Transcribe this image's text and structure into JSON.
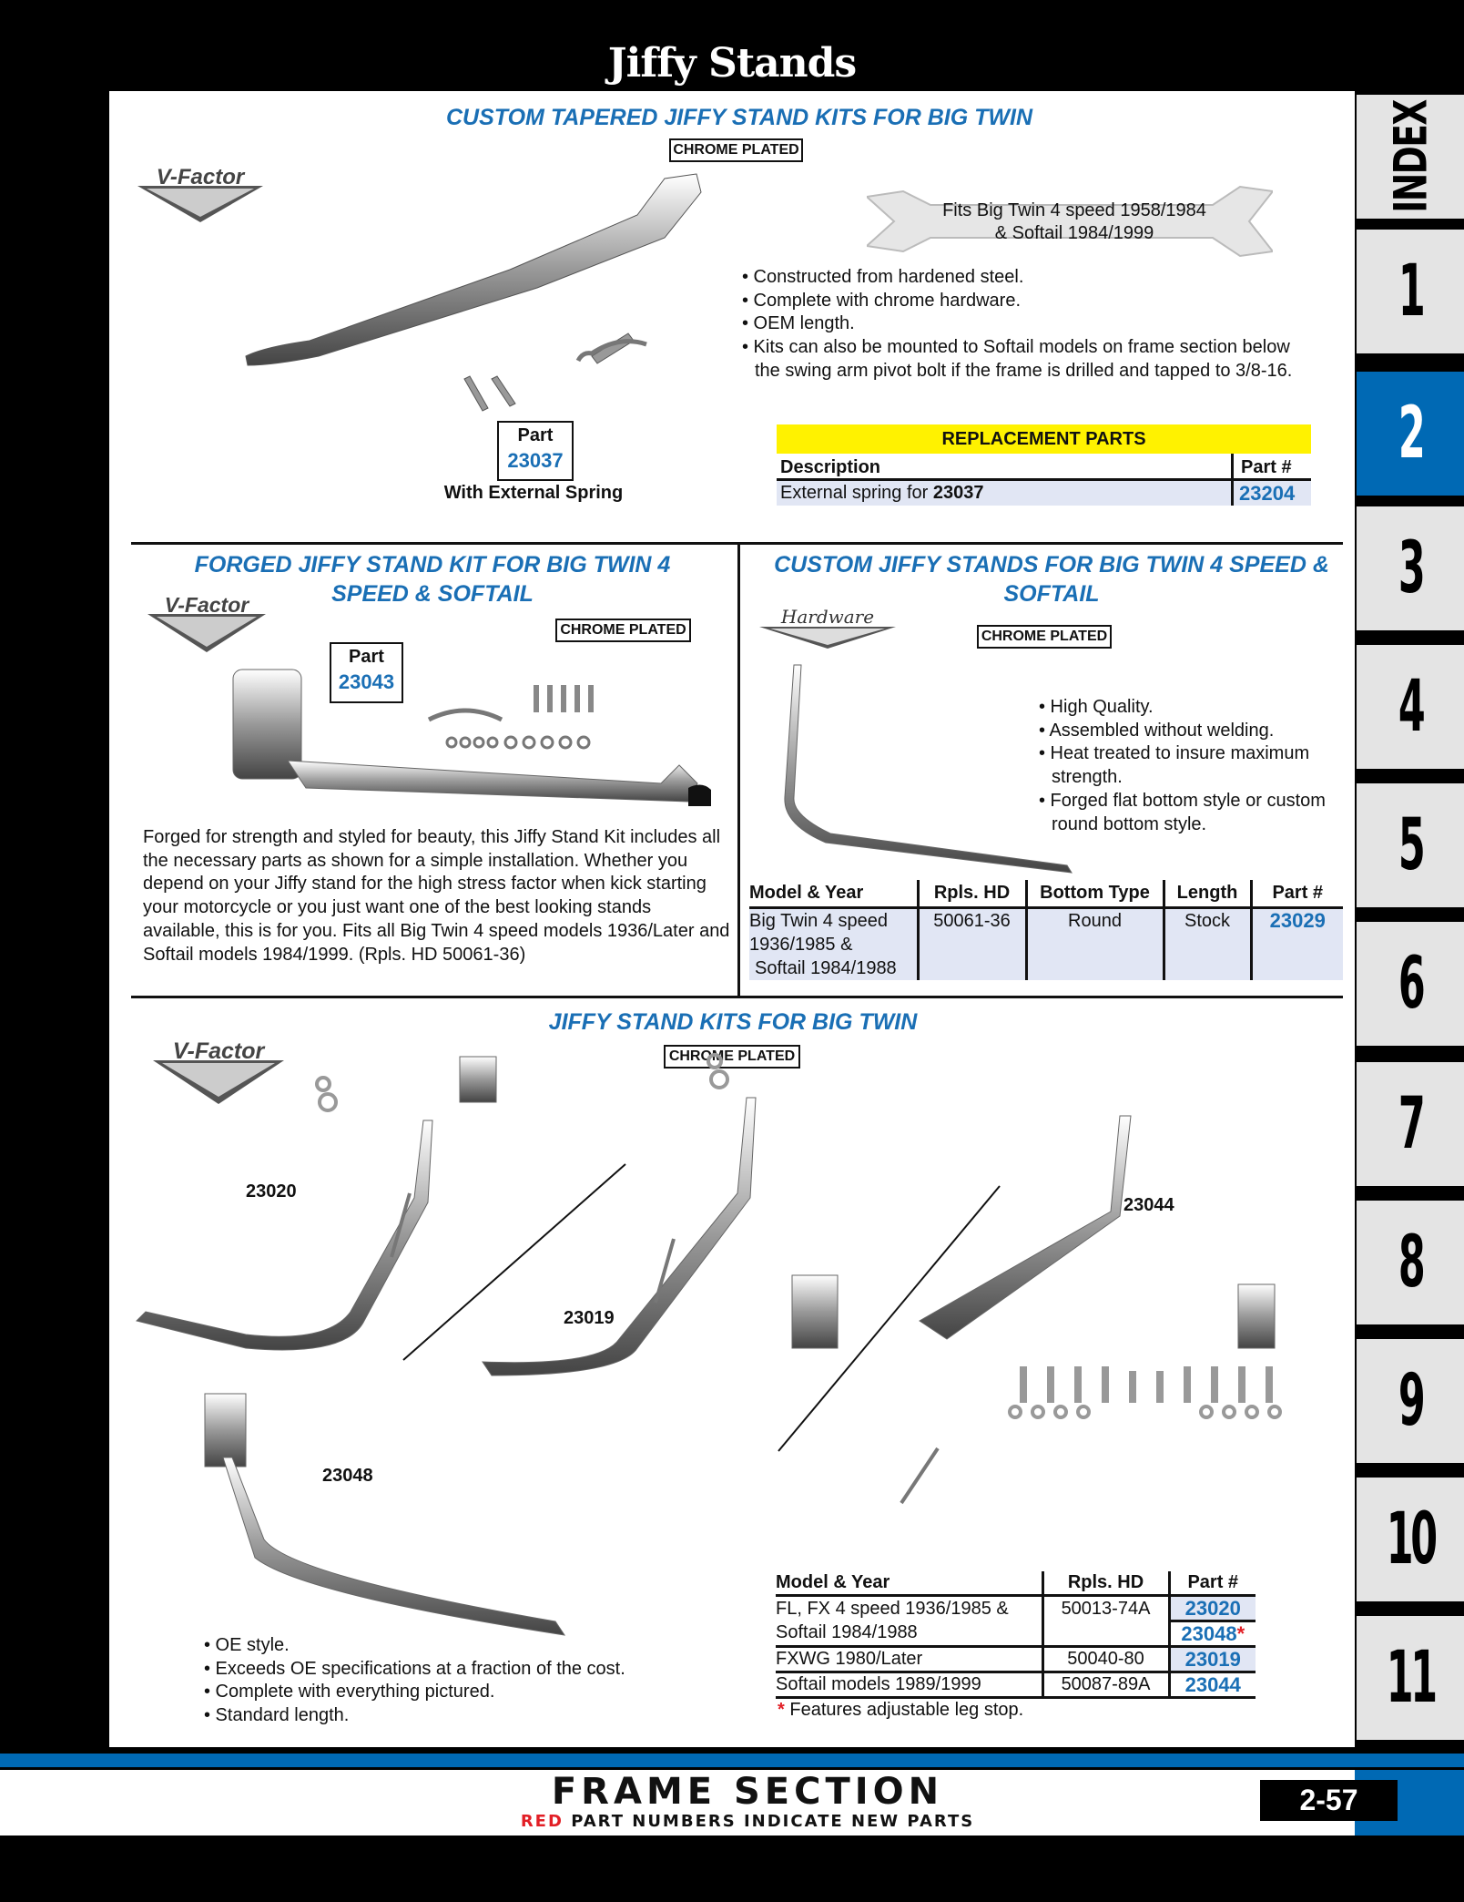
{
  "header": {
    "title": "Jiffy Stands"
  },
  "tabs": [
    "INDEX",
    "1",
    "2",
    "3",
    "4",
    "5",
    "6",
    "7",
    "8",
    "9",
    "10",
    "11"
  ],
  "active_tab": "2",
  "colors": {
    "accent": "#1a6fb5",
    "tab_active": "#0069b4",
    "yellow": "#fff200",
    "row": "#e1e6f4",
    "red": "#e21f26"
  },
  "logo_text": "V-Factor",
  "logo2_text": "Hardware",
  "s1": {
    "title": "CUSTOM TAPERED JIFFY STAND KITS FOR BIG TWIN",
    "chrome": "CHROME PLATED",
    "wrench_line1": "Fits Big Twin 4 speed 1958/1984",
    "wrench_line2": "& Softail 1984/1999",
    "bullets": [
      "• Constructed from hardened steel.",
      "• Complete with chrome hardware.",
      "• OEM length.",
      "• Kits can also be mounted to Softail models on frame section below the swing arm pivot bolt if the frame is drilled and tapped to 3/8-16."
    ],
    "part_label": "Part",
    "part_num": "23037",
    "caption": "With External Spring",
    "repl": {
      "title": "REPLACEMENT PARTS",
      "h_desc": "Description",
      "h_part": "Part #",
      "desc": "External spring for ",
      "desc_bold": "23037",
      "part": "23204"
    }
  },
  "s2": {
    "title": "FORGED JIFFY STAND KIT FOR BIG TWIN 4 SPEED & SOFTAIL",
    "chrome": "CHROME PLATED",
    "part_label": "Part",
    "part_num": "23043",
    "body": "Forged for strength and styled for beauty, this Jiffy Stand Kit includes all the necessary parts as shown for a simple installation. Whether you depend on your Jiffy stand for the high stress factor when kick starting your motorcycle or you just want one of the best looking stands available, this is for you. Fits all Big Twin 4 speed models 1936/Later and Softail models 1984/1999. (Rpls. HD 50061-36)"
  },
  "s3": {
    "title": "CUSTOM JIFFY STANDS FOR BIG TWIN 4 SPEED & SOFTAIL",
    "chrome": "CHROME PLATED",
    "bullets": [
      "• High Quality.",
      "• Assembled without welding.",
      "• Heat treated to insure maximum strength.",
      "• Forged flat bottom style or custom round bottom style."
    ],
    "headers": [
      "Model & Year",
      "Rpls. HD",
      "Bottom Type",
      "Length",
      "Part #"
    ],
    "row": {
      "model1": "Big Twin 4 speed",
      "model2": "1936/1985 &",
      "model3": "Softail 1984/1988",
      "rpls": "50061-36",
      "bottom": "Round",
      "length": "Stock",
      "part": "23029"
    }
  },
  "s4": {
    "title": "JIFFY STAND KITS FOR BIG TWIN",
    "chrome": "CHROME PLATED",
    "labels": {
      "a": "23020",
      "b": "23019",
      "c": "23044",
      "d": "23048"
    },
    "bullets": [
      "• OE style.",
      "• Exceeds OE specifications at a fraction of the cost.",
      "• Complete with everything pictured.",
      "• Standard length."
    ],
    "headers": [
      "Model & Year",
      "Rpls. HD",
      "Part #"
    ],
    "rows": [
      {
        "model": "FL, FX 4 speed 1936/1985 &",
        "rpls": "50013-74A",
        "part": "23020"
      },
      {
        "model": "Softail 1984/1988",
        "rpls": "",
        "part": "23048",
        "star": "*"
      },
      {
        "model": "FXWG 1980/Later",
        "rpls": "50040-80",
        "part": "23019"
      },
      {
        "model": "Softail models 1989/1999",
        "rpls": "50087-89A",
        "part": "23044"
      }
    ],
    "footnote_star": "*",
    "footnote": " Features adjustable leg stop."
  },
  "footer": {
    "section": "FRAME SECTION",
    "red": "RED",
    "note": " PART NUMBERS INDICATE NEW PARTS",
    "page": "2-57"
  }
}
